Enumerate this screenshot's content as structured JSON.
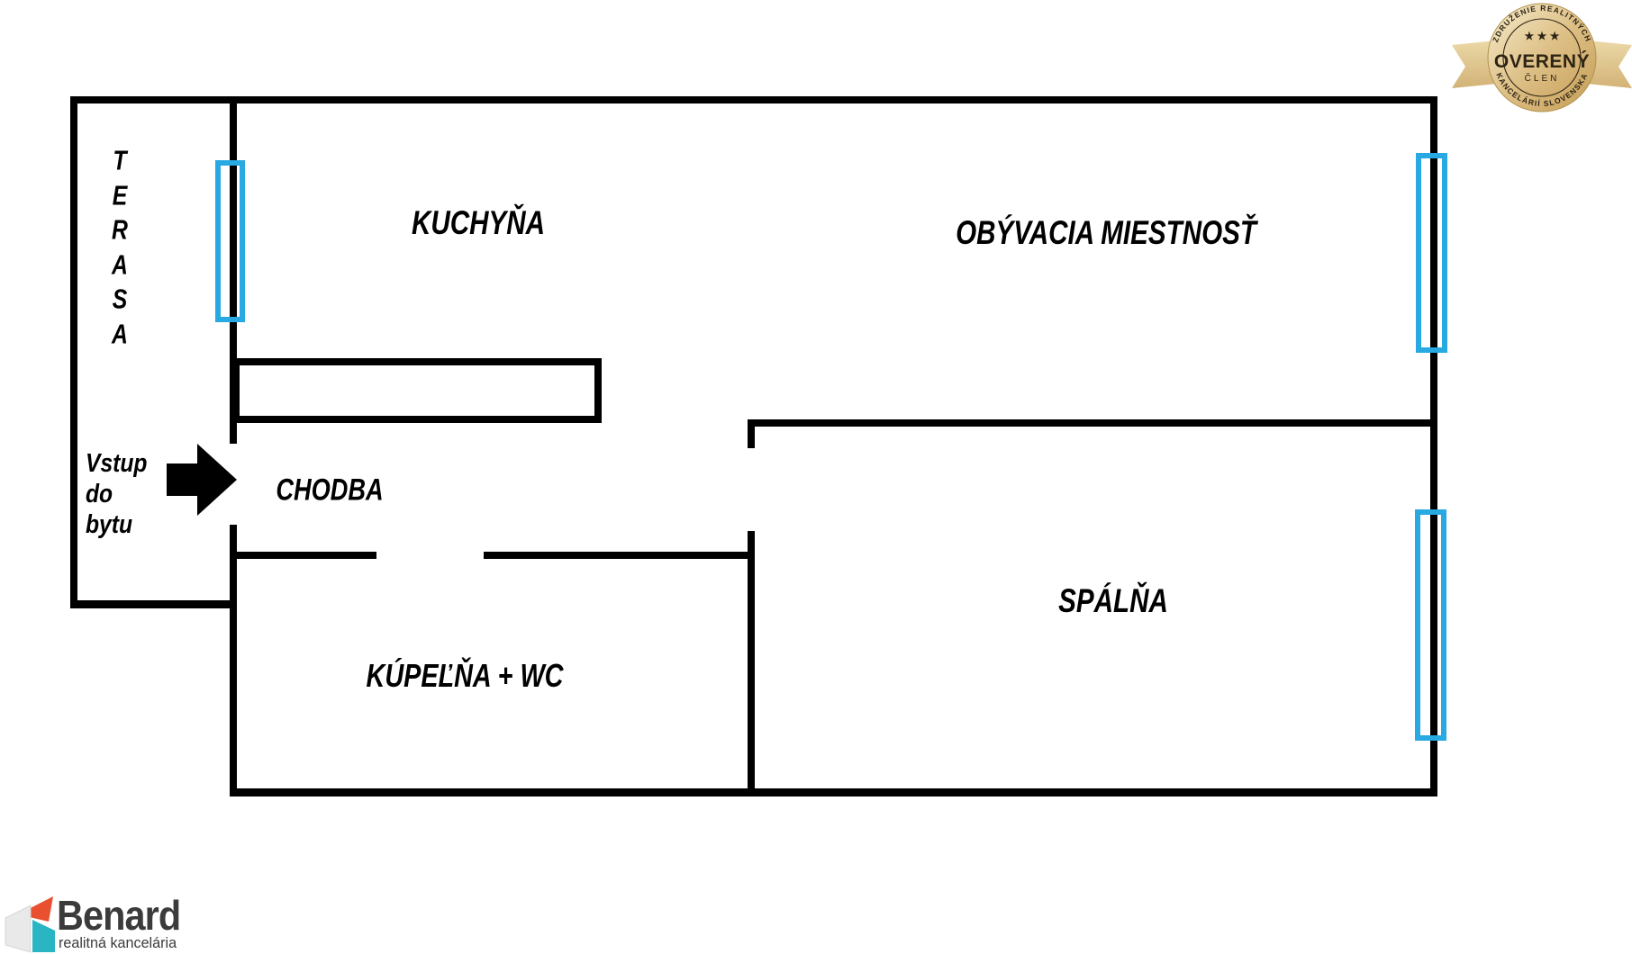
{
  "floor_plan": {
    "rooms": {
      "terasa": "TERASA",
      "terasa_stacked": "T\nE\nR\nA\nS\nA",
      "kuchyna": "KUCHYŇA",
      "obyvacia": "OBÝVACIA MIESTNOSŤ",
      "chodba": "CHODBA",
      "kupelna_wc": "KÚPEĽŇA + WC",
      "spalna": "SPÁLŇA"
    },
    "entrance_label": "Vstup\ndo\nbytu",
    "colors": {
      "wall": "#000000",
      "window": "#29a9e1",
      "background": "#ffffff"
    }
  },
  "badge": {
    "arc_top": "ZDRUŽENIE REALITNÝCH",
    "stars": "★ ★ ★",
    "title": "OVERENÝ",
    "subtitle": "ČLEN",
    "arc_bottom": "KANCELÁRIÍ SLOVENSKA",
    "colors": {
      "gold_light": "#f3e6c0",
      "gold_dark": "#c8a35c",
      "ribbon": "#e3cc96",
      "text": "#2e2415"
    }
  },
  "logo": {
    "name": "Benard",
    "tagline": "realitná kancelária",
    "colors": {
      "orange": "#e8502f",
      "teal": "#29b5c3",
      "gray": "#e9e9e9",
      "text": "#3b3b3b"
    }
  }
}
